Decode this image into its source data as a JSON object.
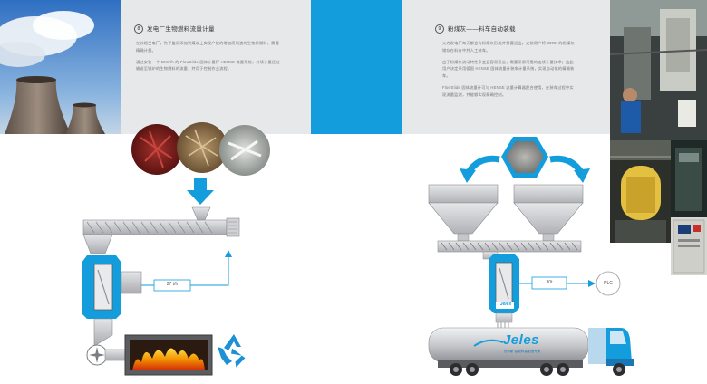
{
  "left_section": {
    "number": "8",
    "title": "发电厂生物燃料流量计量",
    "paragraphs": [
      "在苏格兰电厂，为了监测添加到煤炭上实现产能的增加而制造的生物质燃料，需要精确计量。",
      "通过安装一个 50m³/h 的 FlowSlide 固体计量秤 HENSE 流量系统，持续计量经过输送至锅炉的生物燃料的流量，并用于控制作业流程。"
    ],
    "flow_readout": "27 t/h"
  },
  "right_section": {
    "number": "9",
    "title": "粉煤灰——料车自动装载",
    "paragraphs": [
      "火力发电厂每天都会有粉煤灰形成并需要运出。之前用户将 3000t 的粉煤灰储存在料仓中并人工装车。",
      "由于粉煤灰流动特性多变且容易扬尘，需要采用可靠的连续计量技术；由此用户决定采用德国 HENSE 固体流量计装车计量系统，实现自动化的精确装车。",
      "FlowSlide 固体流量计可与 HENSE 流量计算器配合使用，在装车过程中实现流量监测，并能够实现精确控制。"
    ],
    "flow_readout": "30t",
    "plc_label": "PLC"
  },
  "branding": {
    "logo_text": "Jeles",
    "truck_tagline": "杰乐斯·智能称重制造专家"
  },
  "colors": {
    "accent_blue": "#139ddc",
    "panel_grey": "#e7e8ea",
    "machine_grey": "#c9cbcf",
    "fire_orange": "#f39200",
    "recycle_blue": "#1e90d6"
  },
  "icons": [
    "recycle-icon",
    "cloud-arrow-icon",
    "fan-icon"
  ]
}
